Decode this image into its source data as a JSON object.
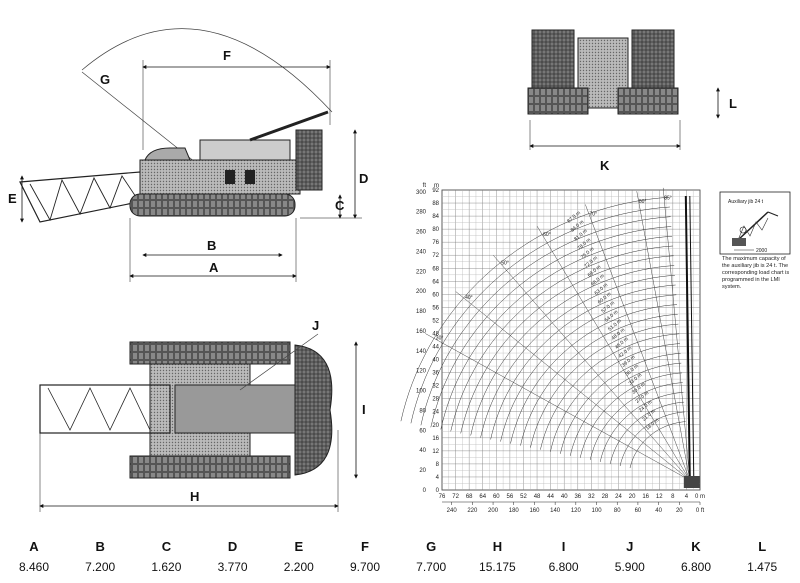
{
  "diagram": {
    "labels": {
      "a": "A",
      "b": "B",
      "c": "C",
      "d": "D",
      "e": "E",
      "f": "F",
      "g": "G",
      "h": "H",
      "i": "I",
      "j": "J",
      "k": "K",
      "l": "L"
    },
    "chart": {
      "y_left_ticks": [
        "0",
        "4",
        "8",
        "12",
        "16",
        "20",
        "24",
        "28",
        "32",
        "36",
        "40",
        "44",
        "48",
        "52",
        "56",
        "60",
        "64",
        "68",
        "72",
        "76",
        "80",
        "84",
        "88",
        "92"
      ],
      "y_right_ticks": [
        "0",
        "20",
        "40",
        "60",
        "80",
        "100",
        "120",
        "140",
        "160",
        "180",
        "200",
        "220",
        "240",
        "260",
        "280",
        "300"
      ],
      "y_right_unit": "ft",
      "y_left_unit": "m",
      "x_top_ticks": [
        "76",
        "72",
        "68",
        "64",
        "60",
        "56",
        "52",
        "48",
        "44",
        "40",
        "36",
        "32",
        "28",
        "24",
        "20",
        "16",
        "12",
        "8",
        "4",
        "0 m"
      ],
      "x_bottom_ticks": [
        "240",
        "220",
        "200",
        "180",
        "160",
        "140",
        "120",
        "100",
        "80",
        "60",
        "40",
        "20",
        "0 ft"
      ],
      "boom_lengths": [
        "87.0 m",
        "84.0 m",
        "81.0 m",
        "78.0 m",
        "75.0 m",
        "72.0 m",
        "69.0 m",
        "66.0 m",
        "63.0 m",
        "60.0 m",
        "57.0 m",
        "54.0 m",
        "51.0 m",
        "48.0 m",
        "45.0 m",
        "42.0 m",
        "39.0 m",
        "36.0 m",
        "33.0 m",
        "30.0 m",
        "27.0 m",
        "24.0 m",
        "21.0 m",
        "18.0 m"
      ],
      "radial_angles": [
        "30",
        "40",
        "50",
        "60",
        "70",
        "80",
        "85"
      ]
    },
    "aux_jib": {
      "title": "Auxiliary jib 24 t",
      "dimension": "2000",
      "note": "The maximum capacity of the auxiliary jib is 24 t. The corresponding load chart is programmed in the LMI system."
    }
  },
  "dimensions": [
    {
      "key": "A",
      "value": "8.460"
    },
    {
      "key": "B",
      "value": "7.200"
    },
    {
      "key": "C",
      "value": "1.620"
    },
    {
      "key": "D",
      "value": "3.770"
    },
    {
      "key": "E",
      "value": "2.200"
    },
    {
      "key": "F",
      "value": "9.700"
    },
    {
      "key": "G",
      "value": "7.700"
    },
    {
      "key": "H",
      "value": "15.175"
    },
    {
      "key": "I",
      "value": "6.800"
    },
    {
      "key": "J",
      "value": "5.900"
    },
    {
      "key": "K",
      "value": "6.800"
    },
    {
      "key": "L",
      "value": "1.475"
    }
  ]
}
